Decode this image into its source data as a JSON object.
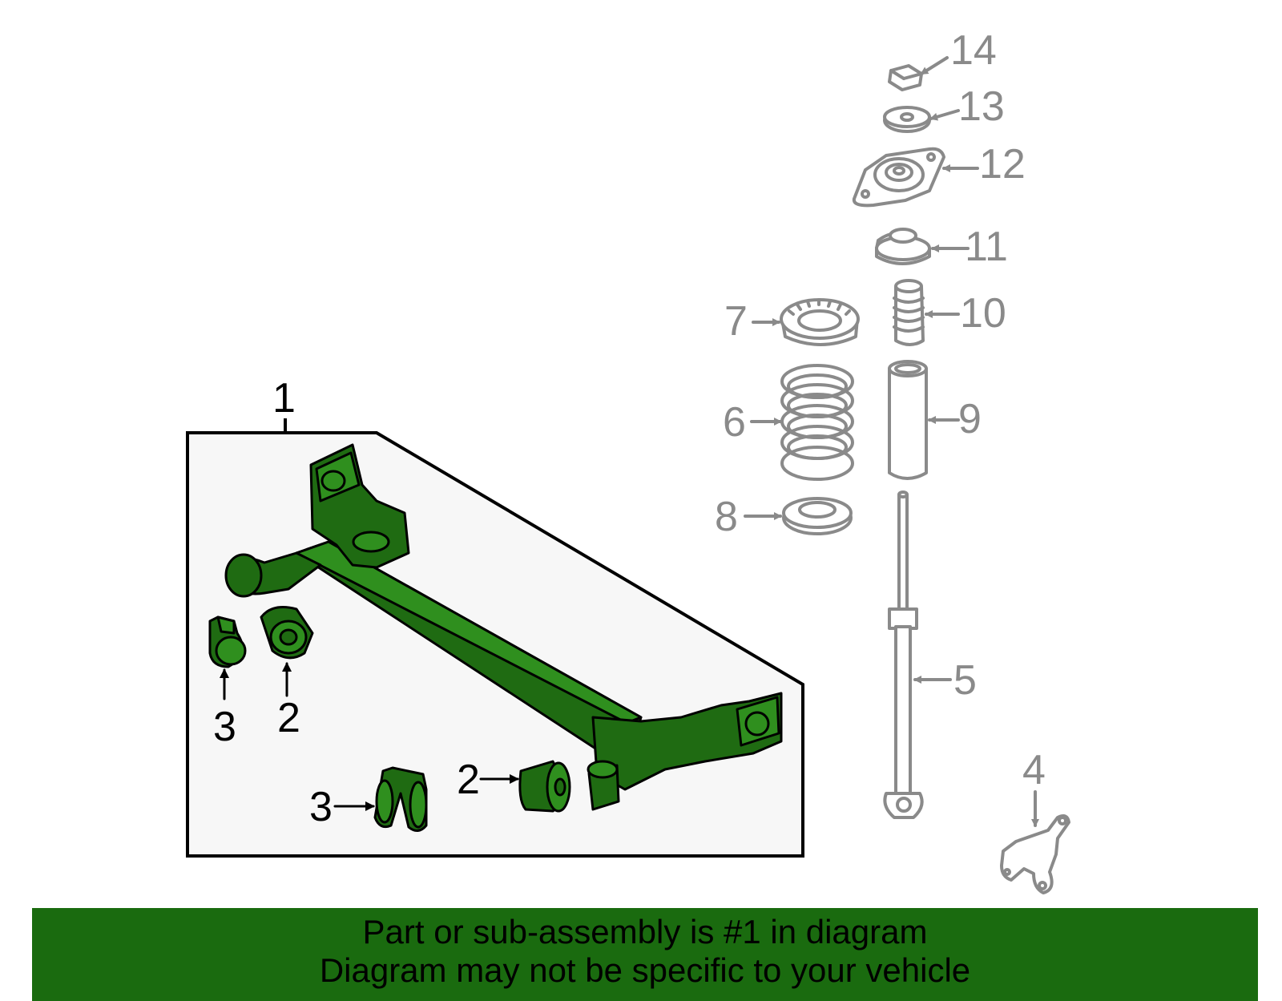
{
  "colors": {
    "highlight": "#1f6b12",
    "banner": "#1a6b0f",
    "callout": "#8a8a8a"
  },
  "callouts": {
    "c1": "1",
    "c2a": "2",
    "c2b": "2",
    "c3a": "3",
    "c3b": "3",
    "c4": "4",
    "c5": "5",
    "c6": "6",
    "c7": "7",
    "c8": "8",
    "c9": "9",
    "c10": "10",
    "c11": "11",
    "c12": "12",
    "c13": "13",
    "c14": "14"
  },
  "footer": {
    "line1": "Part or sub-assembly is #1 in diagram",
    "line2": "Diagram may not be specific to your vehicle"
  }
}
